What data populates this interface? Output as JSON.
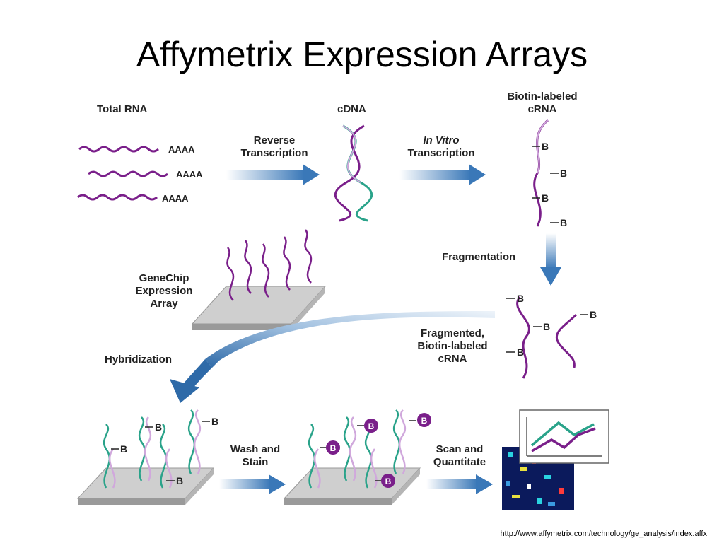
{
  "slide_title": "Affymetrix Expression Arrays",
  "source_url": "http://www.affymetrix.com/technology/ge_analysis/index.affx",
  "colors": {
    "purple": "#7a1f8a",
    "light_purple": "#d0a8dc",
    "teal": "#2aa38a",
    "arrow_blue": "#3a78b8",
    "arrow_light": "#cfe0ef",
    "slide_gray": "#c9c9c9"
  },
  "labels": {
    "total_rna": "Total RNA",
    "cdna": "cDNA",
    "biotin_crna": [
      "Biotin-labeled",
      "cRNA"
    ],
    "reverse_transcription": [
      "Reverse",
      "Transcription"
    ],
    "in_vitro_transcription": [
      "In Vitro",
      "Transcription"
    ],
    "poly_a": "AAAA",
    "biotin": "B",
    "fragmentation": "Fragmentation",
    "fragmented_crna": [
      "Fragmented,",
      "Biotin-labeled",
      "cRNA"
    ],
    "genechip_array": [
      "GeneChip",
      "Expression",
      "Array"
    ],
    "hybridization": "Hybridization",
    "wash_stain": [
      "Wash and",
      "Stain"
    ],
    "scan_quantitate": [
      "Scan and",
      "Quantitate"
    ]
  }
}
